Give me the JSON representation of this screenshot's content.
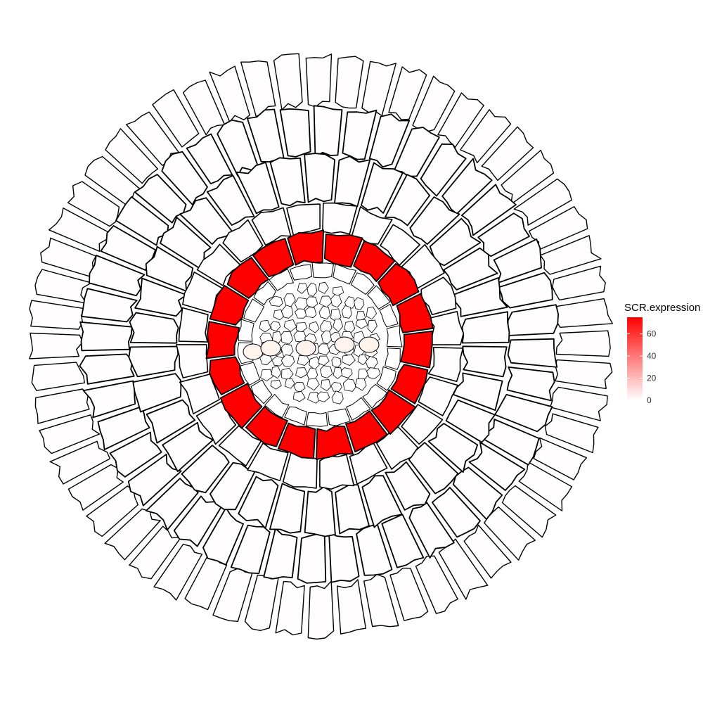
{
  "legend": {
    "title": "SCR.expression",
    "min": 0,
    "max": 75,
    "ticks": [
      "0",
      "20",
      "40",
      "60"
    ],
    "tick_values": [
      0,
      20,
      40,
      60
    ],
    "color_low": "#ffffff",
    "color_high": "#ff0000"
  },
  "colors": {
    "cell_outline": "#000000",
    "cortex_fill": "#fff9f8",
    "stele_fill": "#ffffff",
    "endodermis_fill": "#ff0000",
    "pericycle_fill": "#fff3ee"
  },
  "tissues": [
    {
      "name": "outer-epidermis",
      "cells": 56,
      "expression": 0.6
    },
    {
      "name": "cortex-outer",
      "cells": 44,
      "expression": 0.6
    },
    {
      "name": "cortex-middle",
      "cells": 34,
      "expression": 0.6
    },
    {
      "name": "cortex-inner",
      "cells": 24,
      "expression": 0.6
    },
    {
      "name": "endodermis",
      "cells": 18,
      "expression": 75
    },
    {
      "name": "pericycle",
      "cells": 22,
      "expression": 0
    },
    {
      "name": "stele",
      "cells": 80,
      "expression": 0
    }
  ]
}
